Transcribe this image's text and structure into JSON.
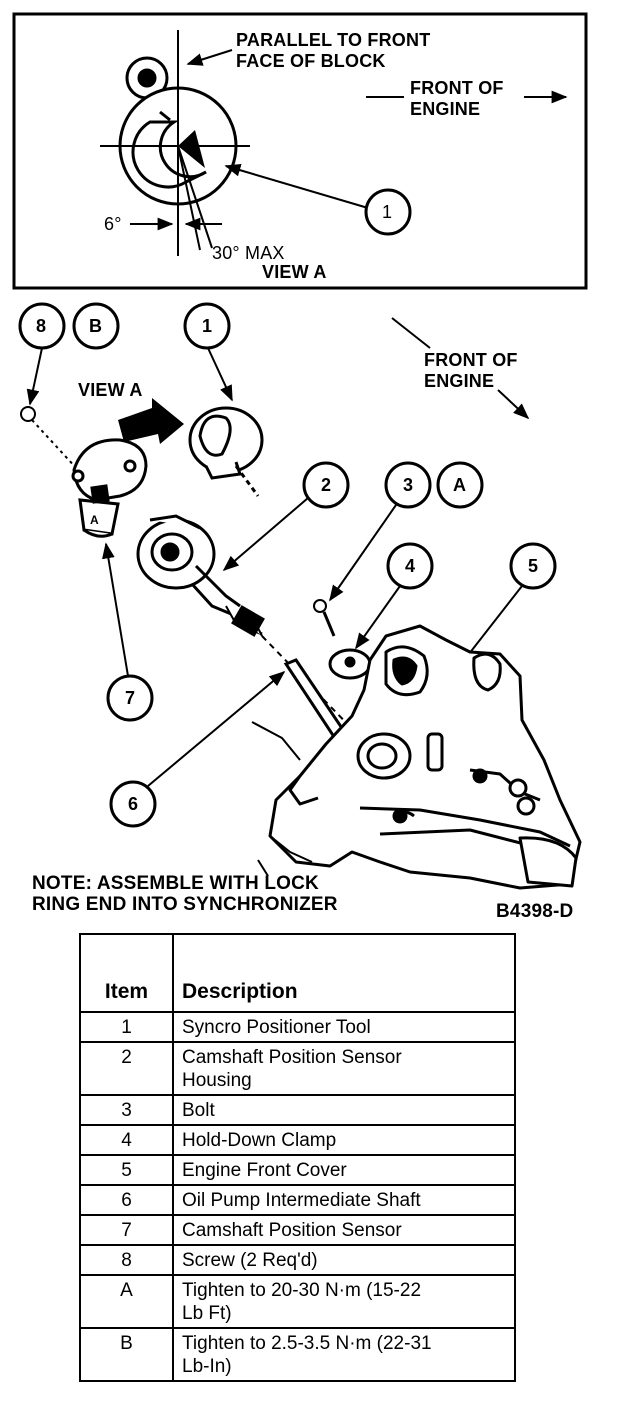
{
  "view_a_inset": {
    "label_parallel_line1": "PARALLEL TO FRONT",
    "label_parallel_line2": "FACE OF BLOCK",
    "label_front_line1": "FRONT OF",
    "label_front_line2": "ENGINE",
    "angle_6": "6°",
    "angle_30": "30° MAX",
    "view_title": "VIEW A",
    "callout_1": "1"
  },
  "exploded_view": {
    "view_a_arrow_label": "VIEW A",
    "front_line1": "FRONT OF",
    "front_line2": "ENGINE",
    "callouts": {
      "c8": "8",
      "cB": "B",
      "c1": "1",
      "c2": "2",
      "c3": "3",
      "cA": "A",
      "c4": "4",
      "c5": "5",
      "c6": "6",
      "c7": "7"
    },
    "note_line1": "NOTE: ASSEMBLE WITH LOCK",
    "note_line2": "RING END INTO SYNCHRONIZER",
    "figure_code": "B4398-D"
  },
  "parts_table": {
    "header_item": "Item",
    "header_description": "Description",
    "rows": [
      {
        "item": "1",
        "desc_line1": "Syncro Positioner Tool",
        "desc_line2": ""
      },
      {
        "item": "2",
        "desc_line1": "Camshaft Position Sensor",
        "desc_line2": "Housing"
      },
      {
        "item": "3",
        "desc_line1": "Bolt",
        "desc_line2": ""
      },
      {
        "item": "4",
        "desc_line1": "Hold-Down Clamp",
        "desc_line2": ""
      },
      {
        "item": "5",
        "desc_line1": "Engine Front Cover",
        "desc_line2": ""
      },
      {
        "item": "6",
        "desc_line1": "Oil Pump Intermediate Shaft",
        "desc_line2": ""
      },
      {
        "item": "7",
        "desc_line1": "Camshaft Position Sensor",
        "desc_line2": ""
      },
      {
        "item": "8",
        "desc_line1": "Screw (2 Req'd)",
        "desc_line2": ""
      },
      {
        "item": "A",
        "desc_line1": "Tighten to 20-30 N·m (15-22",
        "desc_line2": "Lb Ft)"
      },
      {
        "item": "B",
        "desc_line1": "Tighten to 2.5-3.5 N·m (22-31",
        "desc_line2": "Lb-In)"
      }
    ]
  }
}
